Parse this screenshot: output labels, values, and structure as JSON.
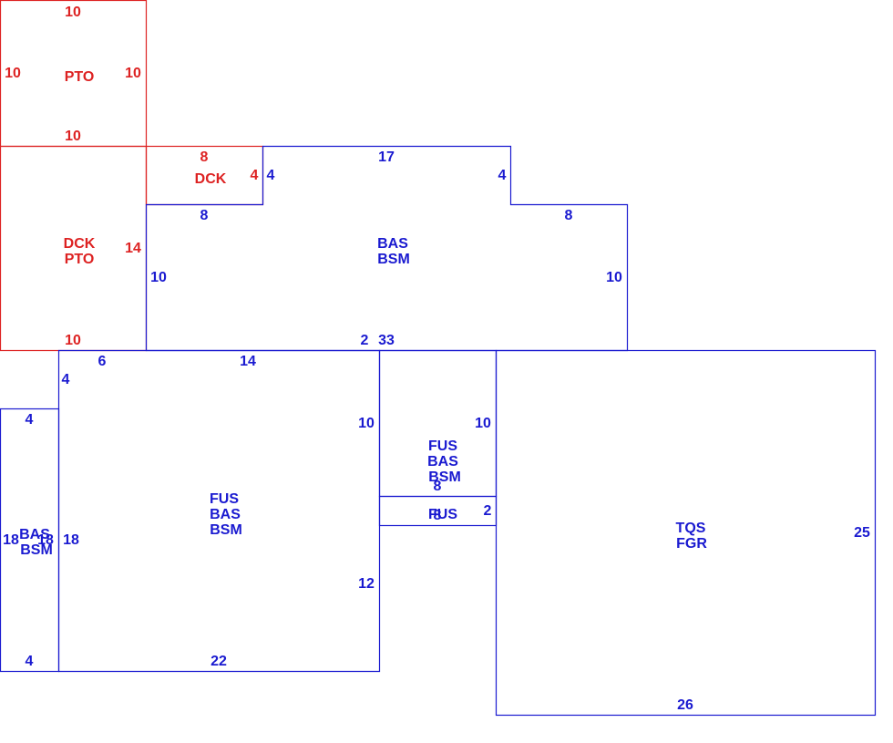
{
  "colors": {
    "deck_patio": "#dd2222",
    "living": "#1a1ad0",
    "background": "#ffffff"
  },
  "areas": {
    "pto_top": {
      "code": "PTO",
      "dims": {
        "top": "10",
        "left": "10",
        "right": "10",
        "bottom": "10"
      }
    },
    "dck_pto": {
      "line1": "DCK",
      "line2": "PTO",
      "dims": {
        "right": "14",
        "bottom": "10"
      }
    },
    "dck_small": {
      "code": "DCK",
      "dims": {
        "top": "8",
        "right": "4"
      }
    },
    "bas_bsm_main": {
      "line1": "BAS",
      "line2": "BSM",
      "dims": {
        "top_left_step": "4",
        "bottom_left": "8",
        "top": "17",
        "step_right": "4",
        "right_top": "8",
        "left": "10",
        "right": "10",
        "bottom_a": "2",
        "bottom_b": "33"
      }
    },
    "fus_bas_bsm_big": {
      "line1": "FUS",
      "line2": "BAS",
      "line3": "BSM",
      "dims": {
        "top_a": "6",
        "top_b": "14",
        "left": "4",
        "right_top": "10",
        "right_bottom": "12",
        "left_lower": "18",
        "bottom": "22"
      }
    },
    "bas_bsm_small": {
      "line1": "BAS",
      "line2": "BSM",
      "dims": {
        "top": "4",
        "left": "18",
        "right": "18",
        "bottom": "4"
      }
    },
    "fus_bas_bsm_mid": {
      "line1": "FUS",
      "line2": "BAS",
      "line3": "BSM",
      "dims": {
        "right": "10",
        "bottom": "8"
      }
    },
    "fus_strip": {
      "code": "FUS",
      "dims": {
        "bottom": "8",
        "right": "2"
      }
    },
    "tqs_fgr": {
      "line1": "TQS",
      "line2": "FGR",
      "dims": {
        "right": "25",
        "bottom": "26"
      }
    }
  }
}
